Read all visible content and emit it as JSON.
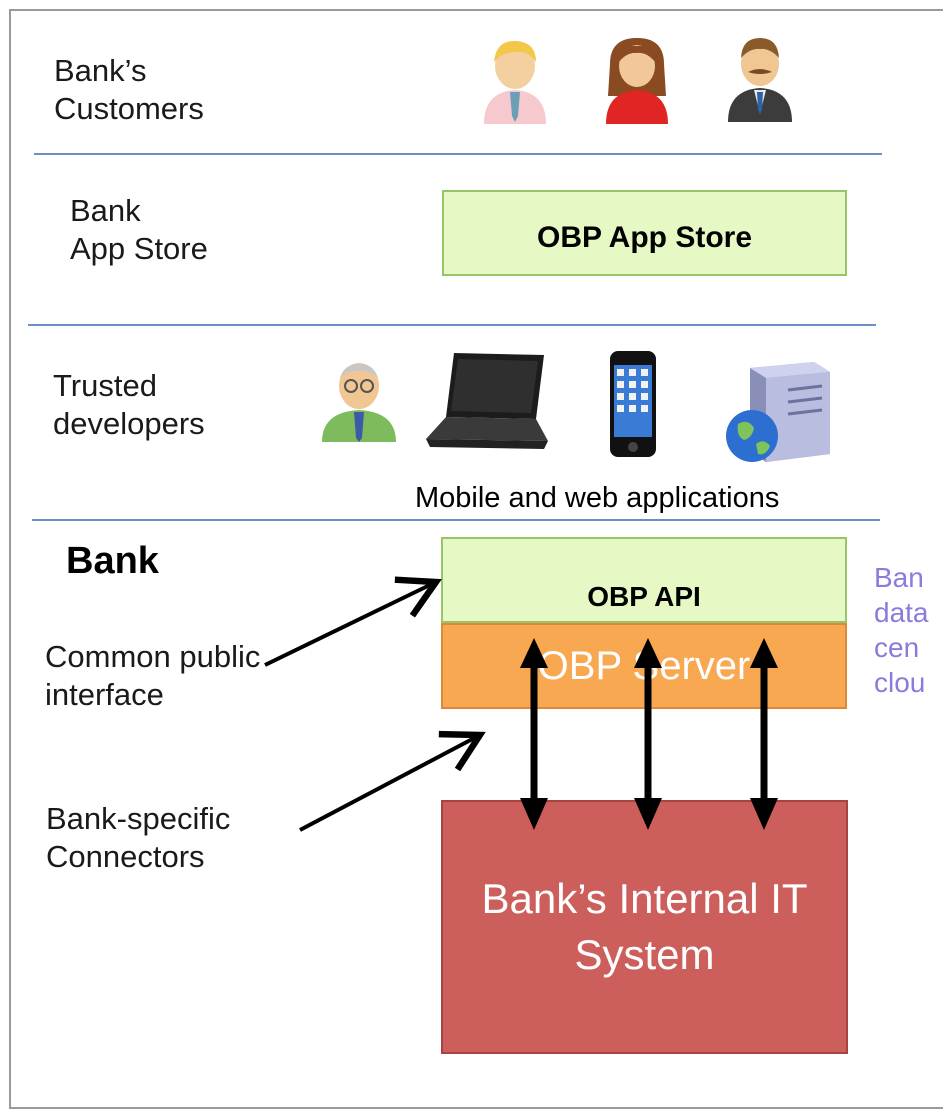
{
  "layers": {
    "customers": "Bank’s\nCustomers",
    "app_store": "Bank\nApp Store",
    "developers": "Trusted\ndevelopers",
    "bank": "Bank"
  },
  "boxes": {
    "app_store": "OBP App Store",
    "api": "OBP API",
    "server": "OBP Server",
    "internal": "Bank’s Internal IT\nSystem"
  },
  "labels": {
    "mobile_web": "Mobile and web applications",
    "common_interface": "Common public\ninterface",
    "connectors": "Bank-specific\nConnectors",
    "side_note": "Ban\ndata\ncen\nclou"
  },
  "icons": {
    "customers": [
      "customer-male-icon",
      "customer-female-icon",
      "customer-mustache-icon"
    ],
    "developers": [
      "developer-icon",
      "laptop-icon",
      "smartphone-icon",
      "web-server-icon"
    ]
  },
  "colors": {
    "divider": "#6b8fc7",
    "green_box": "#e6f9c4",
    "server": "#f9a852",
    "internal": "#cc5f5b",
    "note": "#8a7bdc"
  }
}
